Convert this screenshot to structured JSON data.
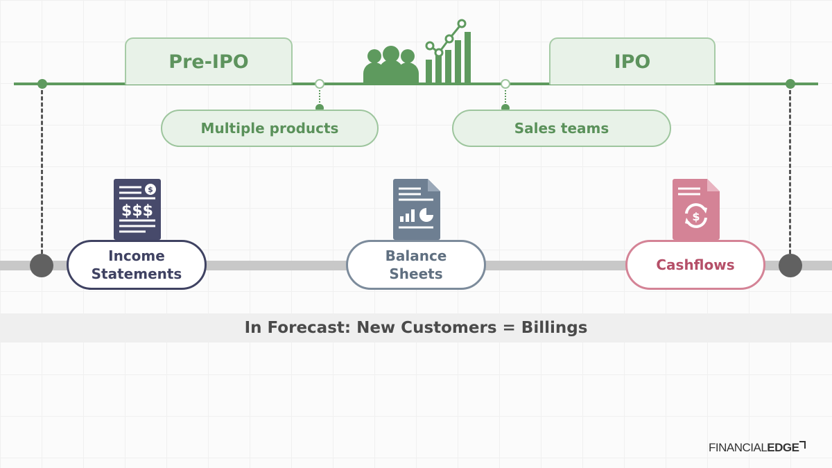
{
  "phases": {
    "pre_ipo": "Pre-IPO",
    "ipo": "IPO"
  },
  "milestones": {
    "multiple_products": "Multiple products",
    "sales_teams": "Sales teams"
  },
  "statements": {
    "income": "Income\nStatements",
    "balance": "Balance\nSheets",
    "cashflows": "Cashflows"
  },
  "banner": "In Forecast: New Customers = Billings",
  "logo": {
    "part1": "FINANCIAL",
    "part2": "EDGE"
  },
  "colors": {
    "green": "#5e9a5e",
    "green_light": "#e8f2e8",
    "navy": "#474a6b",
    "slate": "#6e7f92",
    "rose": "#bf5f76",
    "gray": "#616161"
  }
}
